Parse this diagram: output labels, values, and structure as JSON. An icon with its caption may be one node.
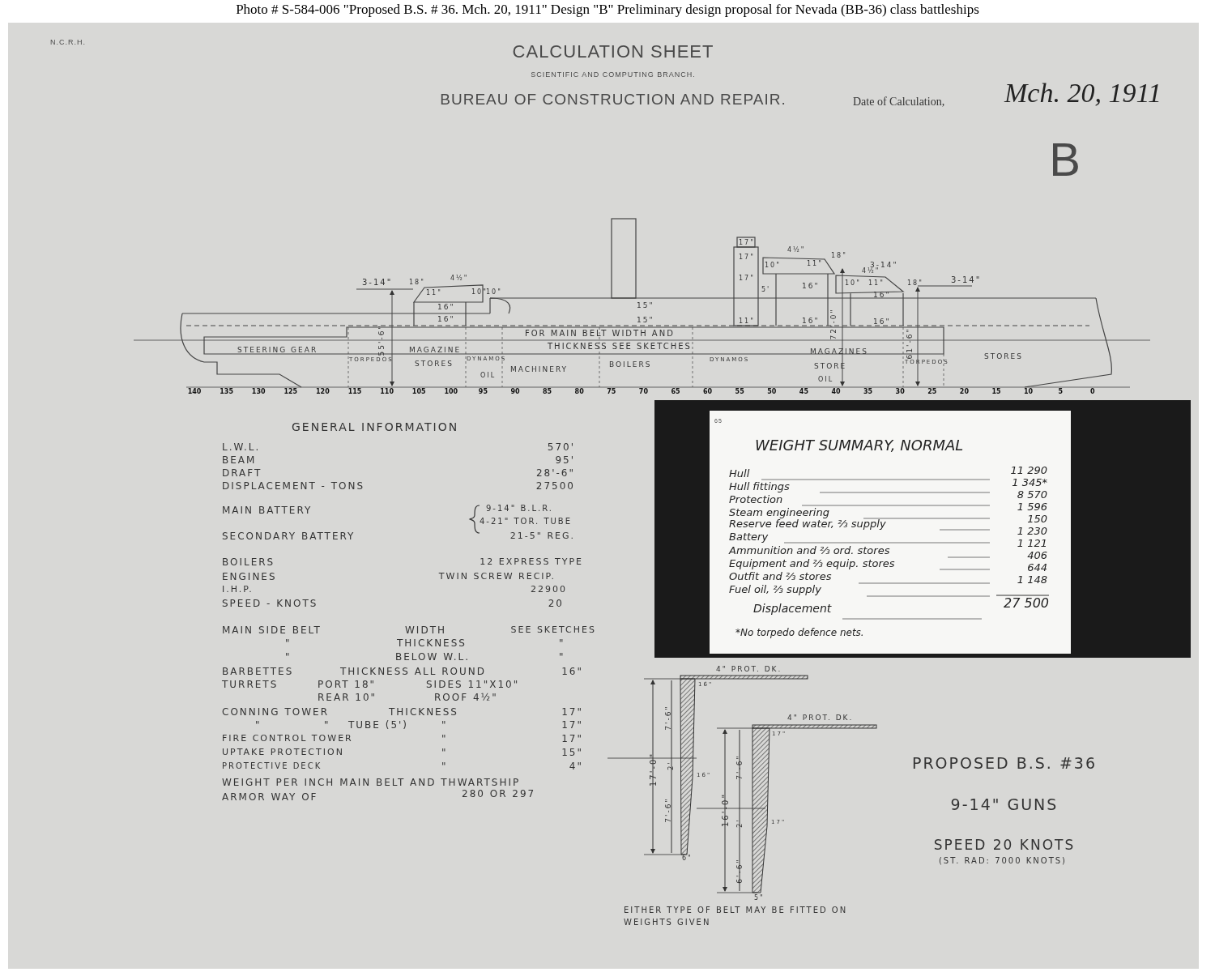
{
  "diagram": {
    "title": "Photo # S-584-006 \"Proposed B.S. # 36. Mch. 20, 1911\" Design \"B\" Preliminary design proposal for Nevada (BB-36) class battleships",
    "labels": [
      "N.C.R.H.",
      "CALCULATION SHEET",
      "SCIENTIFIC AND COMPUTING BRANCH.",
      "BUREAU OF CONSTRUCTION AND REPAIR.",
      "Date of Calculation,",
      "Mch. 20, 1911",
      "B",
      "3-14\"",
      "18\"",
      "11\"",
      "4½\"",
      "10\"",
      "10\"",
      "16\"",
      "16\"",
      "55'-6\"",
      "15\"",
      "15\"",
      "FOR MAIN BELT WIDTH AND",
      "THICKNESS SEE SKETCHES",
      "STEERING GEAR",
      "TORPEDOS",
      "MAGAZINE",
      "STORES",
      "DYNAMOS",
      "OIL",
      "MACHINERY",
      "BOILERS",
      "17\"",
      "17\"",
      "17\"",
      "5'",
      "11\"",
      "10\"",
      "4½\"",
      "11\"",
      "18\"",
      "16\"",
      "16\"",
      "3-14\"",
      "4½\"",
      "10\"",
      "11\"",
      "18\"",
      "16\"",
      "16\"",
      "3-14\"",
      "72'-0\"",
      "61'-6\"",
      "DYNAMOS",
      "MAGAZINES",
      "STORE",
      "OIL",
      "TORPEDOS",
      "STORES",
      "140",
      "135",
      "130",
      "125",
      "120",
      "115",
      "110",
      "105",
      "100",
      "95",
      "90",
      "85",
      "80",
      "75",
      "70",
      "65",
      "60",
      "55",
      "50",
      "45",
      "40",
      "35",
      "30",
      "25",
      "20",
      "15",
      "10",
      "5",
      "0",
      "GENERAL INFORMATION",
      "L.W.L.",
      "570'",
      "BEAM",
      "95'",
      "DRAFT",
      "28'-6\"",
      "DISPLACEMENT - TONS",
      "27500",
      "MAIN BATTERY",
      "9-14\" B.L.R.",
      "4-21\" TOR. TUBE",
      "SECONDARY BATTERY",
      "21-5\" REG.",
      "BOILERS",
      "12 EXPRESS TYPE",
      "ENGINES",
      "TWIN SCREW RECIP.",
      "I.H.P.",
      "22900",
      "SPEED - KNOTS",
      "20",
      "MAIN SIDE BELT",
      "WIDTH",
      "SEE SKETCHES",
      "\"",
      "THICKNESS",
      "\"",
      "\"",
      "BELOW W.L.",
      "\"",
      "BARBETTES",
      "THICKNESS ALL ROUND",
      "16\"",
      "TURRETS",
      "PORT 18\"",
      "SIDES 11\"X10\"",
      "REAR 10\"",
      "ROOF 4½\"",
      "CONNING TOWER",
      "THICKNESS",
      "17\"",
      "\"",
      "\"",
      "TUBE (5')",
      "\"",
      "17\"",
      "FIRE CONTROL TOWER",
      "\"",
      "17\"",
      "UPTAKE PROTECTION",
      "\"",
      "15\"",
      "PROTECTIVE DECK",
      "\"",
      "4\"",
      "WEIGHT PER INCH MAIN BELT AND THWARTSHIP ARMOR WAY OF",
      "280 OR 297",
      "65",
      "WEIGHT SUMMARY, NORMAL",
      "Hull",
      "11 290",
      "Hull fittings",
      "1 345*",
      "Protection",
      "8 570",
      "Steam engineering",
      "1 596",
      "Reserve feed water, ⅔ supply",
      "150",
      "Battery",
      "1 230",
      "Ammunition and ⅔ ord. stores",
      "1 121",
      "Equipment and ⅔ equip. stores",
      "406",
      "Outfit and ⅔ stores",
      "644",
      "Fuel oil, ⅔ supply",
      "1 148",
      "Displacement",
      "27 500",
      "*No torpedo defence nets.",
      "4\" PROT. DK.",
      "16\"",
      "7'-6\"",
      "17'-0\"",
      "2'",
      "16\"",
      "7'-6\"",
      "6\"",
      "4\" PROT. DK.",
      "17\"",
      "7'-6\"",
      "16'-0\"",
      "2'",
      "17\"",
      "6'-6\"",
      "5\"",
      "EITHER TYPE OF BELT MAY BE FITTED ON WEIGHTS GIVEN",
      "PROPOSED B.S. #36",
      "9-14\" GUNS",
      "SPEED 20 KNOTS",
      "(ST. RAD: 7000 KNOTS)"
    ]
  }
}
